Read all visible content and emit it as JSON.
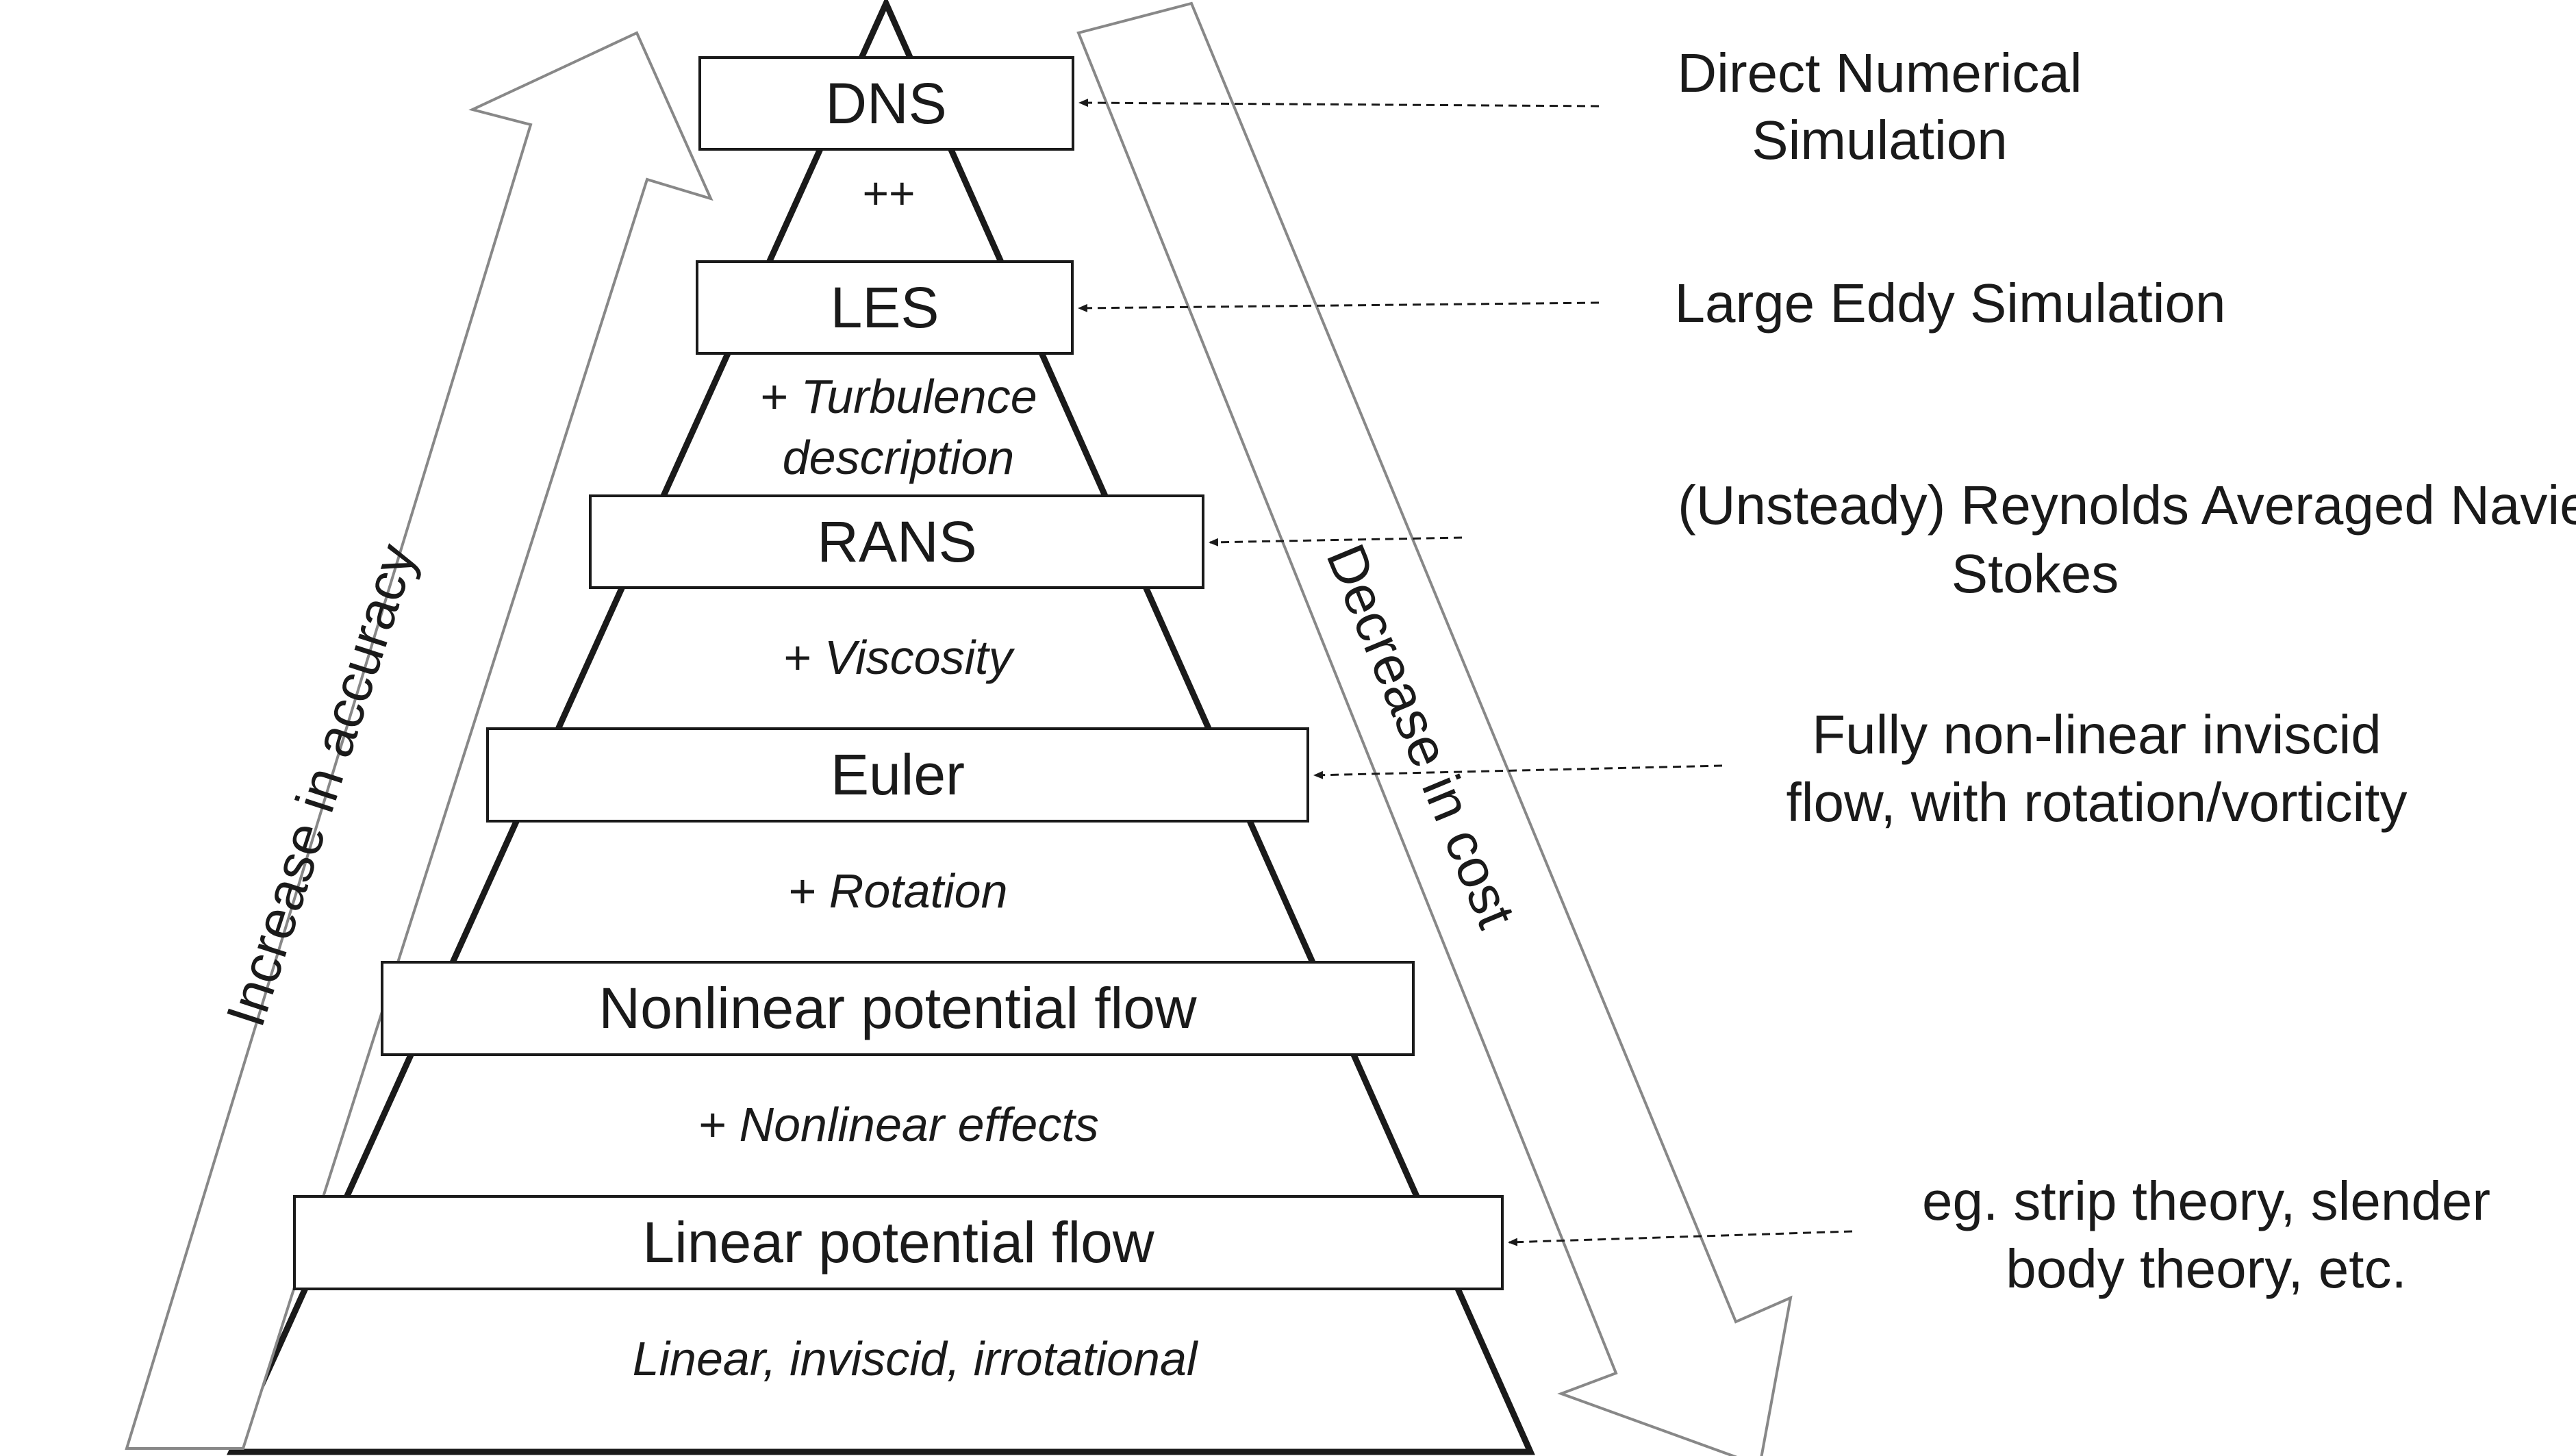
{
  "levels": {
    "dns": "DNS",
    "les": "LES",
    "rans": "RANS",
    "euler": "Euler",
    "nonlinear_potential": "Nonlinear potential flow",
    "linear_potential": "Linear potential flow"
  },
  "steps": {
    "dns_les": "++",
    "les_rans_line1": "+ Turbulence",
    "les_rans_line2": "description",
    "rans_euler": "+ Viscosity",
    "euler_nonlinear": "+ Rotation",
    "nonlinear_linear": "+ Nonlinear effects",
    "base": "Linear, inviscid, irrotational"
  },
  "descriptions": {
    "dns_line1": "Direct Numerical",
    "dns_line2": "Simulation",
    "les": "Large Eddy Simulation",
    "rans_line1": "(Unsteady) Reynolds Averaged Navier-",
    "rans_line2": "Stokes",
    "euler_line1": "Fully non-linear inviscid",
    "euler_line2": "flow, with rotation/vorticity",
    "linear_line1": "eg. strip theory, slender",
    "linear_line2": "body theory, etc."
  },
  "arrows": {
    "accuracy": "Increase in accuracy",
    "cost": "Decrease in cost"
  }
}
